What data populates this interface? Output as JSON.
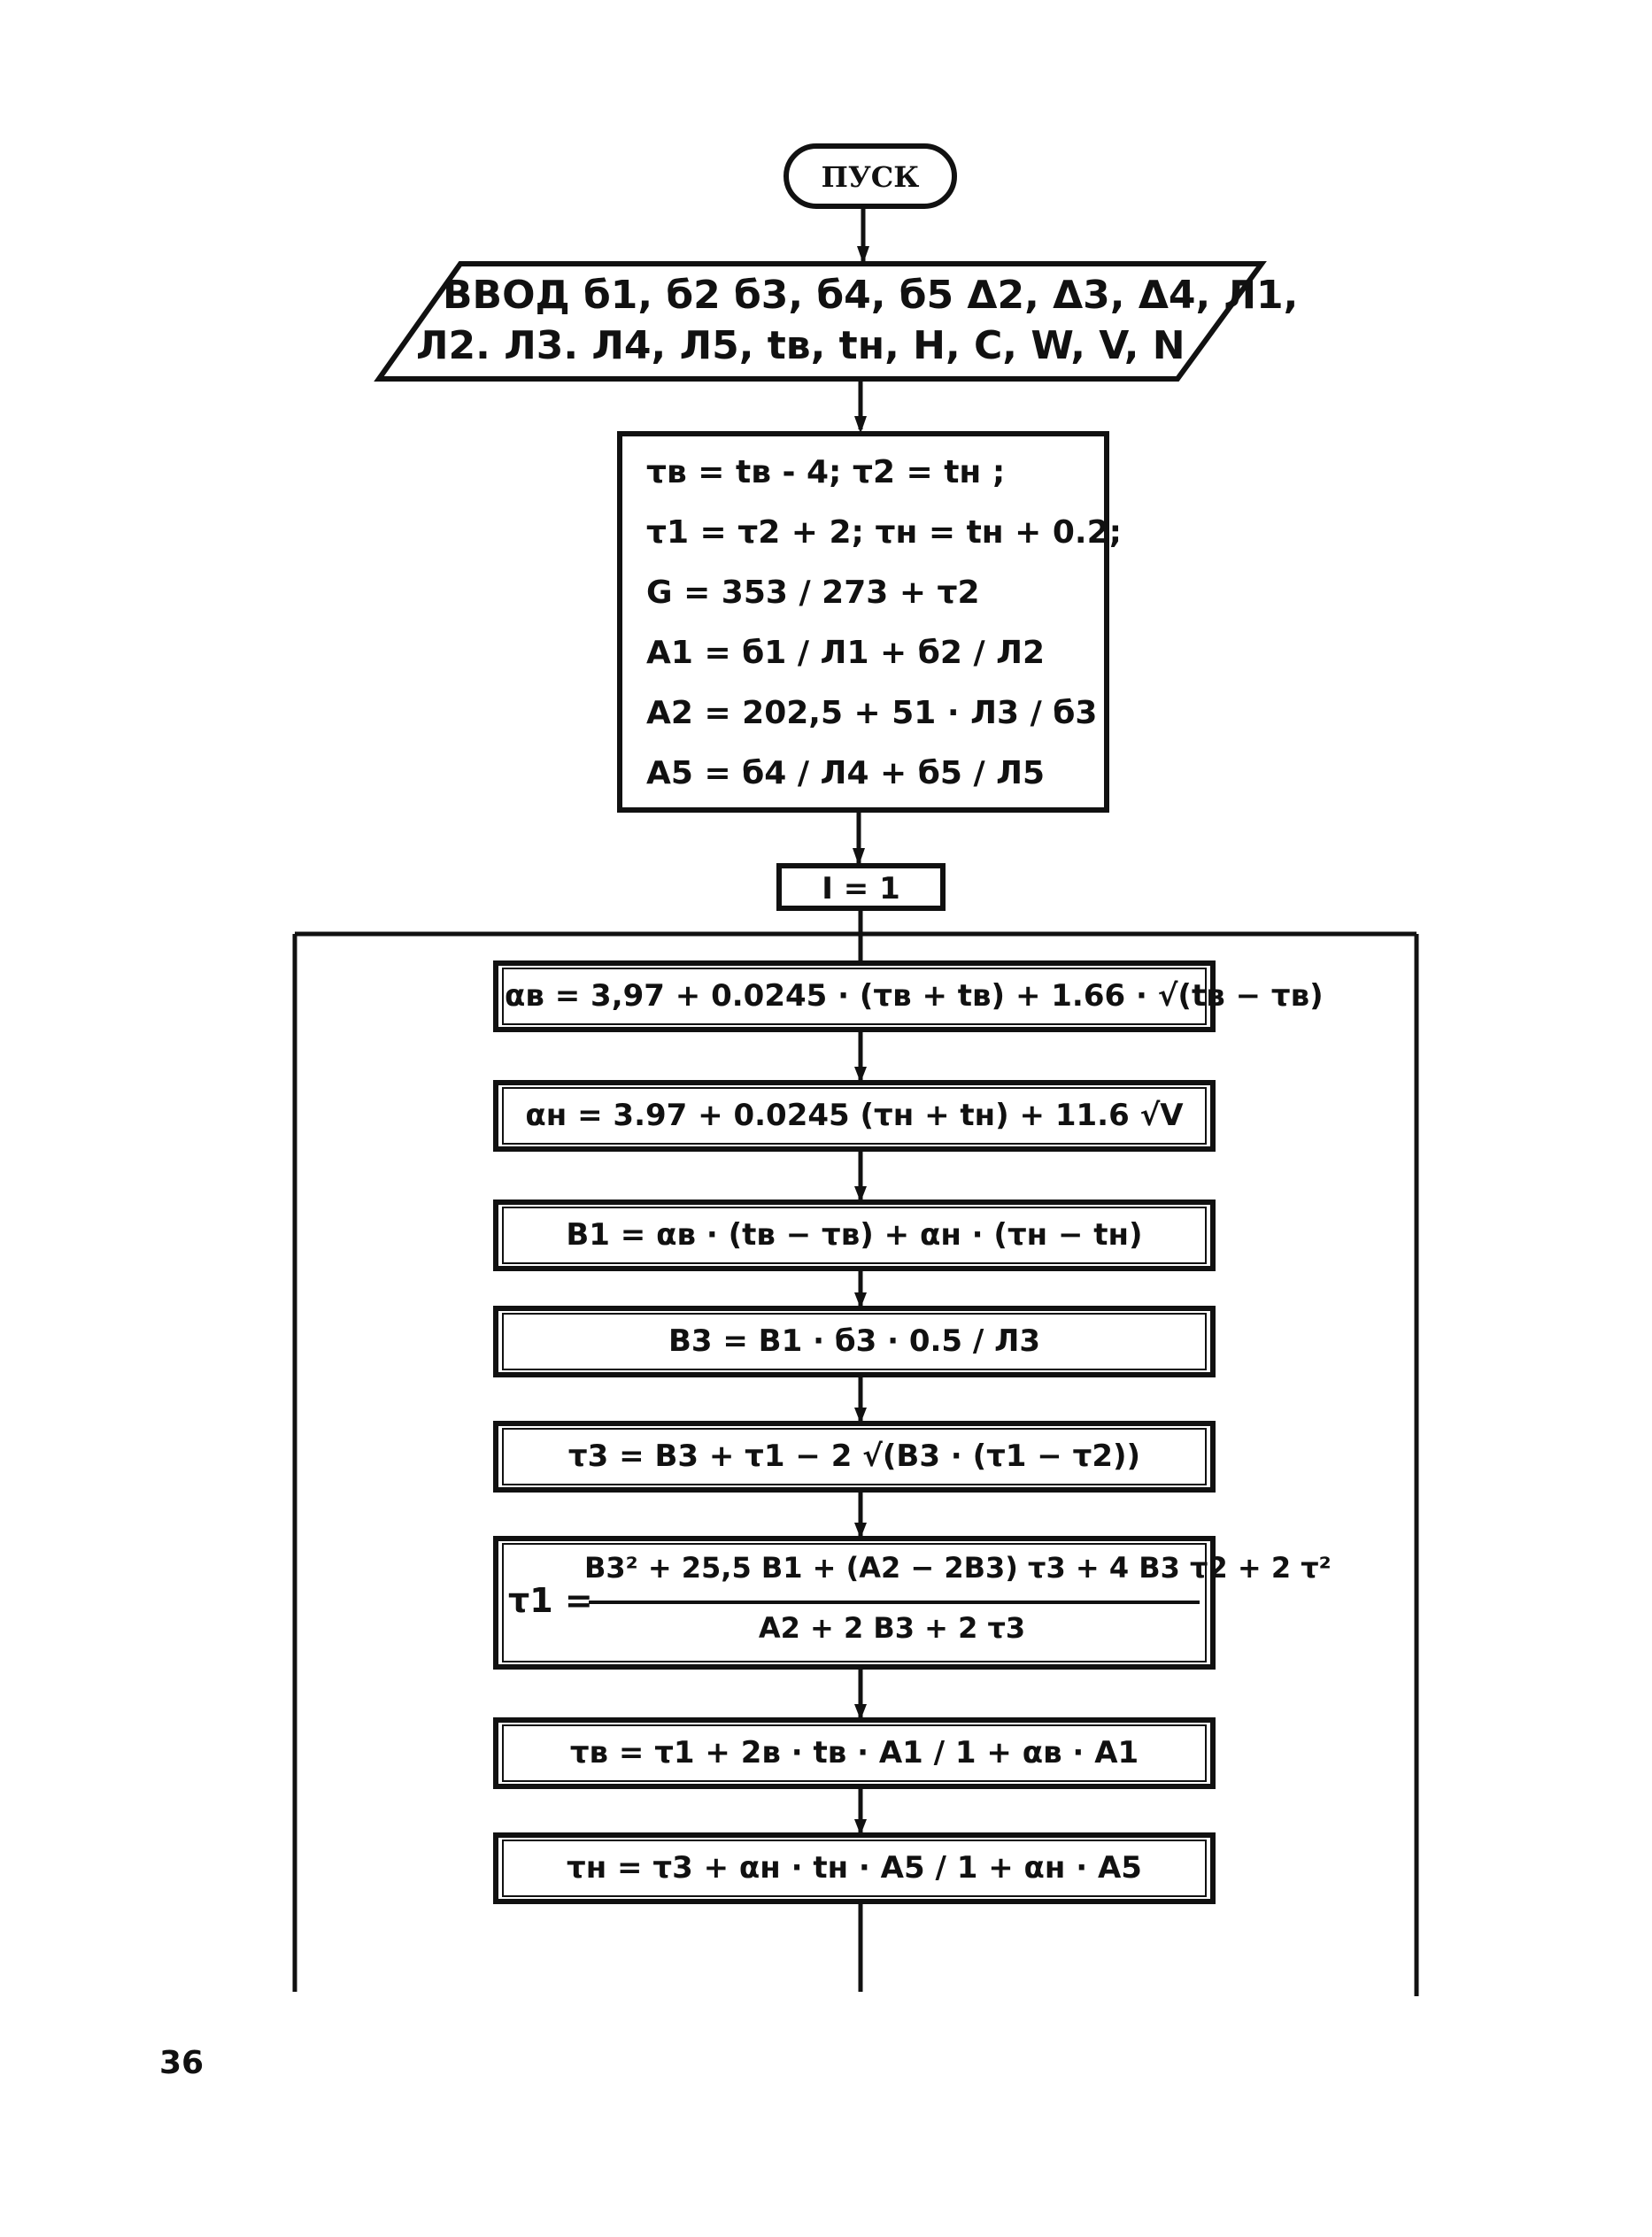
{
  "start": {
    "label": "ПУСК"
  },
  "input": {
    "line1": "ВВОД б1, б2 б3, б4, б5   Δ2, Δ3, Δ4, Л1,",
    "line2": "Л2. Л3. Л4, Л5, tв, tн, H, C, W, V, N"
  },
  "init_block": {
    "lines": [
      "τв = tв - 4;     τ2 = tн ;",
      "τ1 = τ2 + 2;     τн = tн + 0.2;",
      "G = 353 / 273 + τ2",
      "A1 = б1 / Л1 + б2 / Л2",
      "A2 = 202,5 + 51 · Л3 / б3",
      "A5 = б4 / Л4 + б5 / Л5"
    ]
  },
  "counter": {
    "label": "I = 1"
  },
  "loop_steps": [
    {
      "text": "αв = 3,97 + 0.0245 · (τв + tв) + 1.66 · √(tв − τв)"
    },
    {
      "text": "αн = 3.97 + 0.0245 (τн + tн) + 11.6 √V"
    },
    {
      "text": "B1 = αв · (tв − τв) + αн · (τн − tн)"
    },
    {
      "text": "B3 = B1 · б3 · 0.5 / Л3"
    },
    {
      "text": "τ3 = B3 + τ1 − 2 √(B3 · (τ1 − τ2))"
    },
    {
      "numerator": "B3² + 25,5 B1 + (A2 − 2B3) τ3 + 4 B3 τ2 + 2 τ²",
      "denominator": "A2 + 2 B3 + 2 τ3",
      "lhs": "τ1 ="
    },
    {
      "text": "τв = τ1 + 2в · tв · A1 / 1 + αв · A1"
    },
    {
      "text": "τн = τ3 + αн · tн · A5 / 1 + αн · A5"
    }
  ],
  "page_number": "36"
}
